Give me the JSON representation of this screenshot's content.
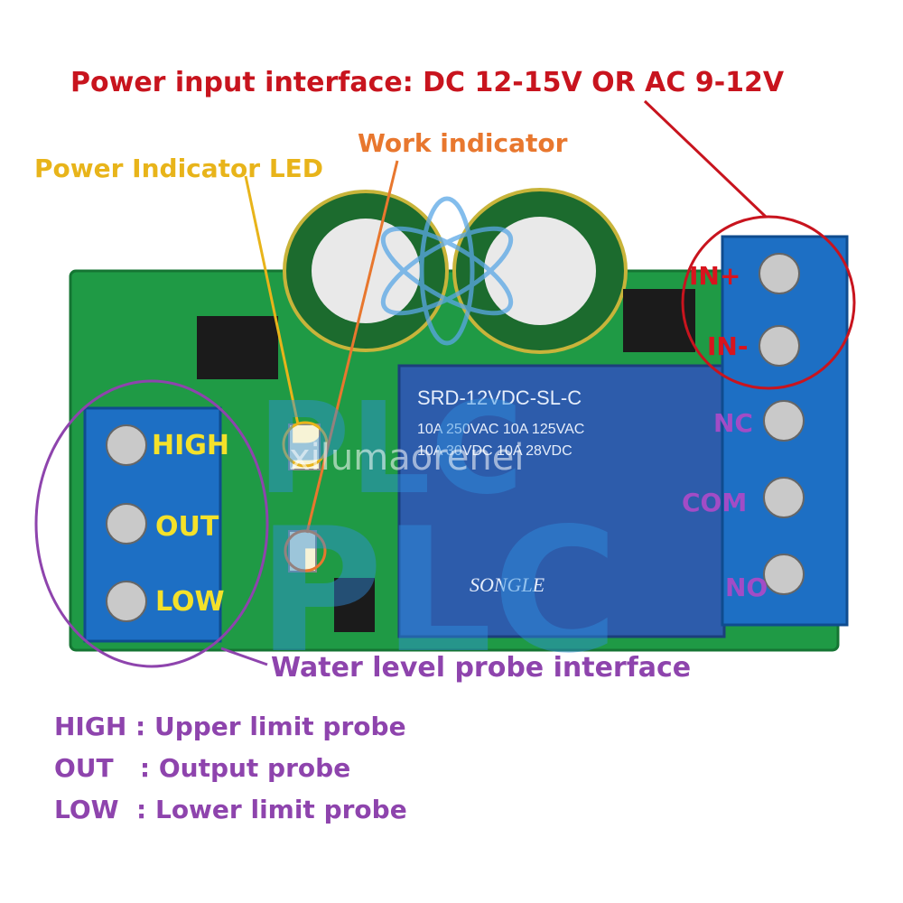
{
  "annotations": {
    "power_input": "Power input interface: DC 12-15V OR AC 9-12V",
    "work_indicator": "Work indicator",
    "power_led": "Power Indicator LED",
    "probe_interface": "Water level probe interface"
  },
  "left_terminals": [
    "HIGH",
    "OUT",
    "LOW"
  ],
  "right_terminals": [
    "IN+",
    "IN-",
    "NC",
    "COM",
    "NO"
  ],
  "relay": {
    "model": "SRD-12VDC-SL-C",
    "rating_1": "10A 250VAC 10A 125VAC",
    "rating_2": "10A 30VDC 10A 28VDC",
    "brand": "SONGLE"
  },
  "legend": [
    "HIGH : Upper limit probe",
    "OUT   : Output probe",
    "LOW  : Lower limit probe"
  ],
  "watermark": {
    "line1": "PLC",
    "line2": "PLC",
    "site": "xilumaorenei"
  },
  "colors": {
    "pcb": "#1f9a45",
    "terminal": "#1d6fc4",
    "relay": "#2d5cab",
    "power_label": "#c8141e",
    "work_label": "#e8772e",
    "led_label": "#e8b41a",
    "probe_label": "#8e44ad"
  }
}
